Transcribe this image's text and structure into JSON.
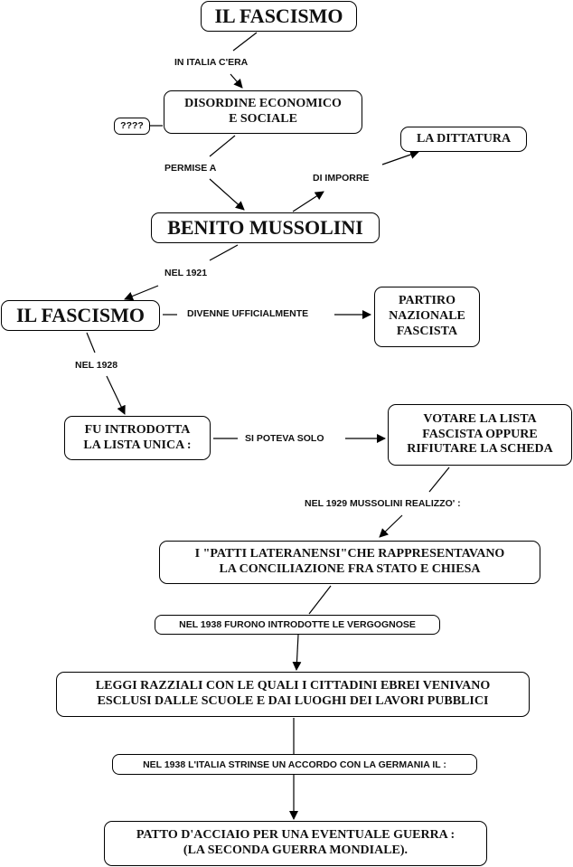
{
  "title": "IL FASCISMO",
  "nodes": {
    "root": "IL FASCISMO",
    "disordine": "DISORDINE ECONOMICO\nE SOCIALE",
    "question": "????",
    "dittatura": "LA DITTATURA",
    "mussolini": "BENITO MUSSOLINI",
    "fascismo2": "IL FASCISMO",
    "partito": "PARTIRO\nNAZIONALE\nFASCISTA",
    "lista_unica": "FU INTRODOTTA\nLA LISTA  UNICA :",
    "votare": "VOTARE LA LISTA\nFASCISTA OPPURE\nRIFIUTARE LA SCHEDA",
    "patti": "I \"PATTI LATERANENSI\"CHE RAPPRESENTAVANO\nLA CONCILIAZIONE FRA STATO E CHIESA",
    "leggi": "LEGGI RAZZIALI CON LE QUALI I CITTADINI EBREI VENIVANO\nESCLUSI DALLE SCUOLE E DAI LUOGHI DEI LAVORI PUBBLICI",
    "patto_acciaio": "PATTO D'ACCIAIO PER UNA EVENTUALE GUERRA :\n(LA SECONDA GUERRA MONDIALE)."
  },
  "links": {
    "in_italia": "IN ITALIA C'ERA",
    "permise": "PERMISE A",
    "imporre": "DI IMPORRE",
    "nel1921": "NEL 1921",
    "divenne": "DIVENNE UFFICIALMENTE",
    "nel1928": "NEL 1928",
    "poteva": "SI POTEVA SOLO",
    "nel1929": "NEL 1929 MUSSOLINI REALIZZO' :",
    "nel1938a": "NEL 1938 FURONO INTRODOTTE LE  VERGOGNOSE",
    "nel1938b": "NEL 1938 L'ITALIA STRINSE UN ACCORDO CON LA GERMANIA IL :"
  }
}
